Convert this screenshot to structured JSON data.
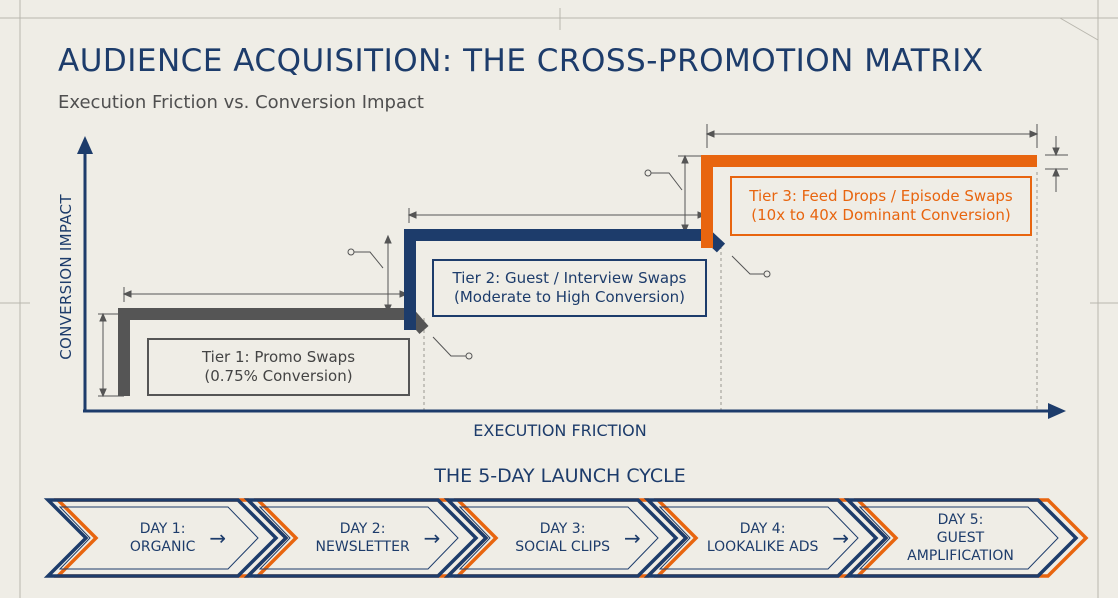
{
  "title": "AUDIENCE ACQUISITION: THE CROSS-PROMOTION MATRIX",
  "subtitle": "Execution Friction vs. Conversion Impact",
  "axes": {
    "y_label": "CONVERSION IMPACT",
    "x_label": "EXECUTION FRICTION"
  },
  "tiers": [
    {
      "line1": "Tier 1: Promo Swaps",
      "line2": "(0.75% Conversion)",
      "color": "#555555"
    },
    {
      "line1": "Tier 2: Guest / Interview Swaps",
      "line2": "(Moderate to High Conversion)",
      "color": "#1d3c6b"
    },
    {
      "line1": "Tier 3: Feed Drops / Episode Swaps",
      "line2": "(10x to 40x Dominant Conversion)",
      "color": "#e8650f"
    }
  ],
  "cycle": {
    "title": "THE 5-DAY LAUNCH CYCLE",
    "arrow_icon": "→",
    "days": [
      {
        "line1": "DAY 1:",
        "line2": "ORGANIC",
        "line3": ""
      },
      {
        "line1": "DAY 2:",
        "line2": "NEWSLETTER",
        "line3": ""
      },
      {
        "line1": "DAY 3:",
        "line2": "SOCIAL CLIPS",
        "line3": ""
      },
      {
        "line1": "DAY 4:",
        "line2": "LOOKALIKE ADS",
        "line3": ""
      },
      {
        "line1": "DAY 5:",
        "line2": "GUEST",
        "line3": "AMPLIFICATION"
      }
    ]
  },
  "colors": {
    "navy": "#1d3c6b",
    "orange": "#e8650f",
    "gray": "#555555",
    "background": "#efede6"
  }
}
